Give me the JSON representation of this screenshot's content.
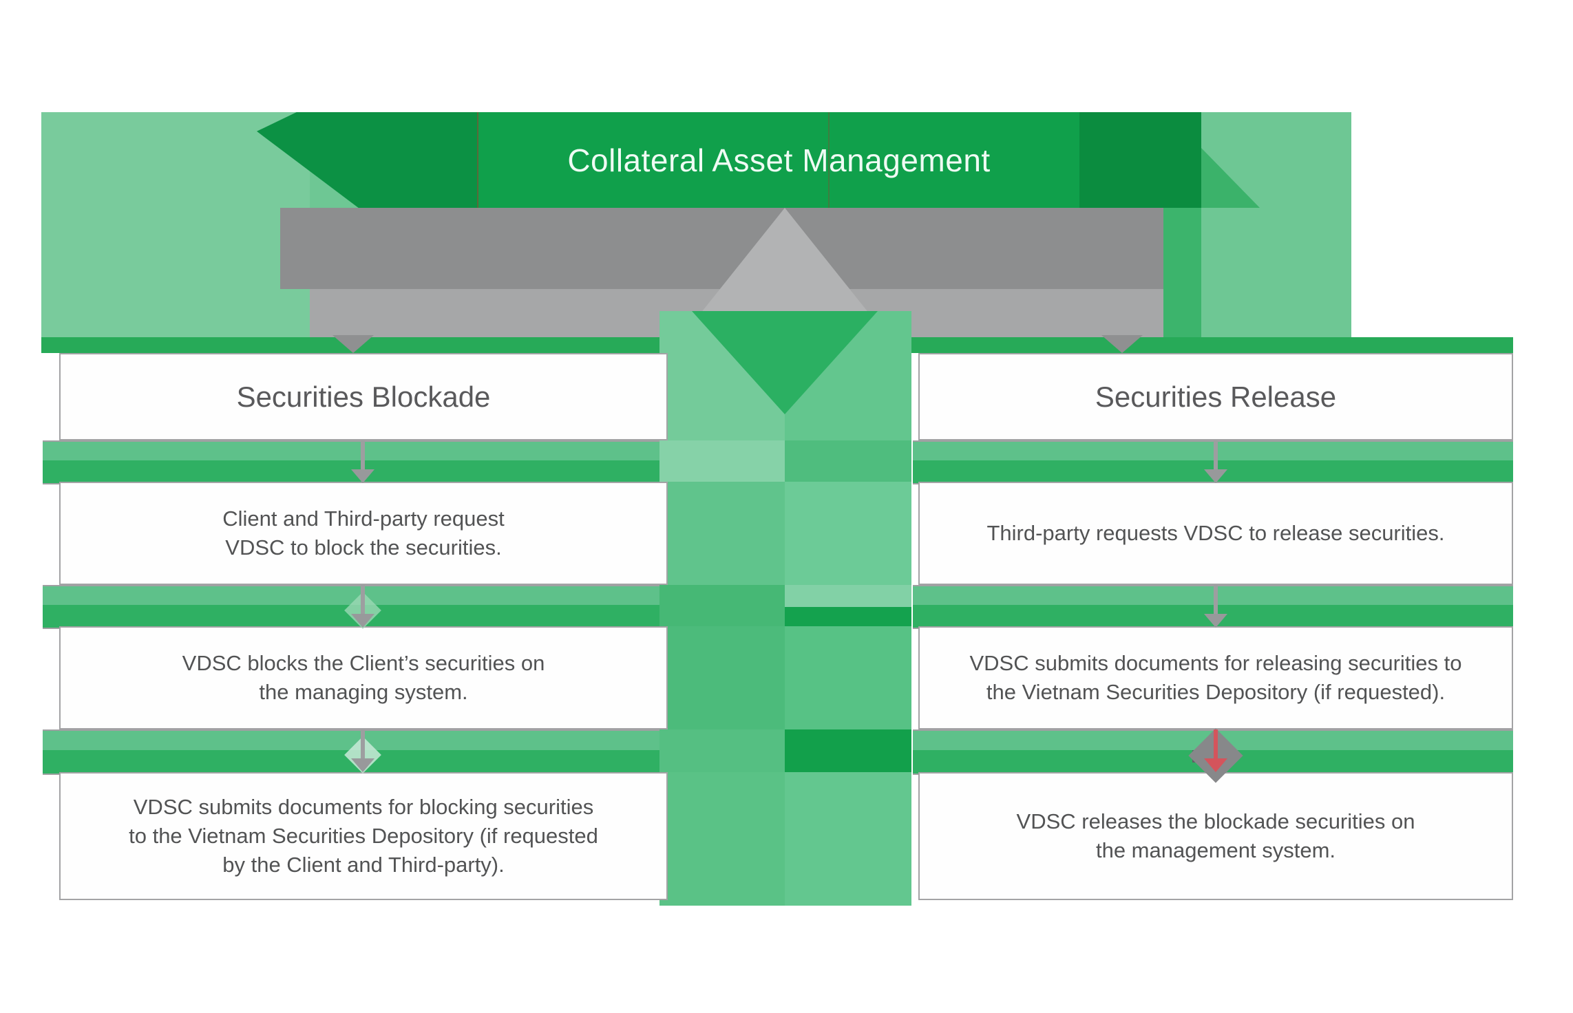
{
  "title": {
    "label": "Collateral Asset Management"
  },
  "columns": [
    {
      "header": "Securities Blockade",
      "steps": [
        "Client and Third-party request\nVDSC to block the securities.",
        "VDSC blocks the Client’s securities on\nthe managing system.",
        "VDSC submits documents for blocking securities\nto the Vietnam Securities Depository (if requested\nby the Client and Third-party)."
      ]
    },
    {
      "header": "Securities Release",
      "steps": [
        "Third-party requests VDSC to release securities.",
        "VDSC submits documents for releasing securities to\nthe Vietnam Securities Depository (if requested).",
        "VDSC releases the blockade securities on\nthe management system."
      ]
    }
  ],
  "colors": {
    "brand_green": "#10a04b",
    "banner_light_green": "#6ec794",
    "connector_green": "#2fb063",
    "divider_green": "#27aa58",
    "arrow_gray": "#9d9ea0",
    "release_arrow_red": "#d4545c",
    "box_border_gray": "#a3a3a5",
    "text_gray": "#525354"
  }
}
